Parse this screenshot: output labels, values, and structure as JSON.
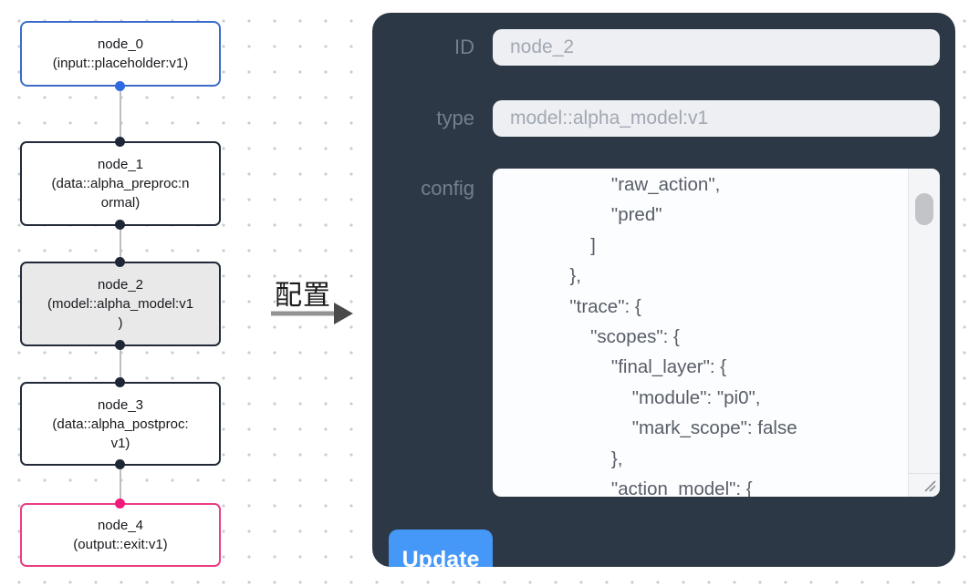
{
  "flow": {
    "nodes": [
      {
        "title": "node_0",
        "subtitle": "(input::placeholder:v1)",
        "kind": "input",
        "border_color": "#3a6bc9"
      },
      {
        "title": "node_1",
        "subtitle": "(data::alpha_preproc:n\normal)",
        "kind": "data",
        "border_color": "#222a39"
      },
      {
        "title": "node_2",
        "subtitle": "(model::alpha_model:v1\n)",
        "kind": "model",
        "selected": true,
        "border_color": "#222a39",
        "bg": "#e9e9ea"
      },
      {
        "title": "node_3",
        "subtitle": "(data::alpha_postproc:\nv1)",
        "kind": "data",
        "border_color": "#222a39"
      },
      {
        "title": "node_4",
        "subtitle": "(output::exit:v1)",
        "kind": "output",
        "border_color": "#ea3d85"
      }
    ]
  },
  "transition": {
    "label": "配置"
  },
  "panel": {
    "id_field": {
      "label": "ID",
      "value": "node_2"
    },
    "type_field": {
      "label": "type",
      "value": "model::alpha_model:v1"
    },
    "config_field": {
      "label": "config",
      "text": "                    \"raw_action\",\n                    \"pred\"\n                ]\n            },\n            \"trace\": {\n                \"scopes\": {\n                    \"final_layer\": {\n                        \"module\": \"pi0\",\n                        \"mark_scope\": false\n                    },\n                    \"action_model\": {"
    },
    "update_button": "Update"
  },
  "colors": {
    "node_input_border": "#3a6bc9",
    "node_output_border": "#ea3d85",
    "node_default_border": "#222a39",
    "node_selected_bg": "#e9e9ea",
    "port_blue": "#2f6be0",
    "port_dark": "#1f2636",
    "port_pink": "#f1197c",
    "panel_bg": "#2d3847",
    "field_bg": "#edeff3",
    "button_blue": "#4598f7",
    "arrow_gray": "#939393"
  }
}
